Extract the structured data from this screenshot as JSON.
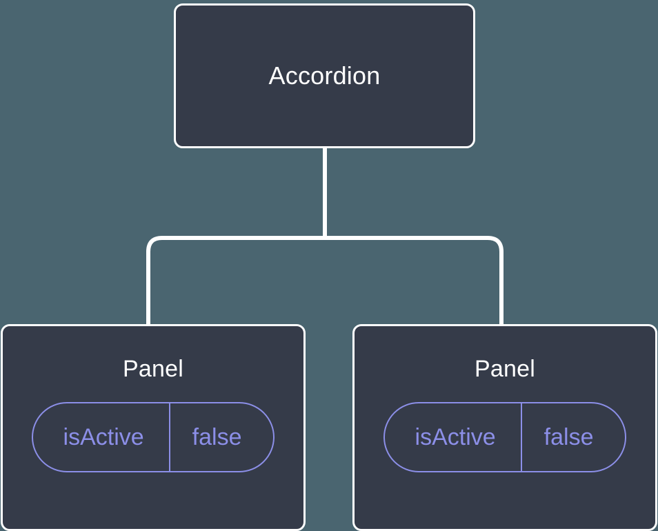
{
  "canvas": {
    "background_color": "#4a6570",
    "node_fill_color": "#353b49",
    "node_border_color": "#ffffff",
    "connector_color": "#ffffff",
    "accent_color": "#8c8fe8"
  },
  "tree": {
    "root": {
      "title": "Accordion"
    },
    "children": [
      {
        "title": "Panel",
        "state": {
          "key": "isActive",
          "value": "false"
        }
      },
      {
        "title": "Panel",
        "state": {
          "key": "isActive",
          "value": "false"
        }
      }
    ]
  }
}
